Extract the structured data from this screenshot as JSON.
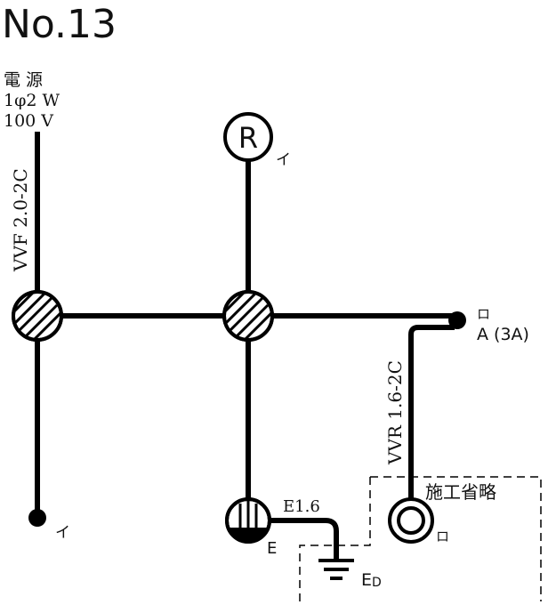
{
  "title": "No.13",
  "source": {
    "line1": "電 源",
    "line2": "1φ2 W",
    "line3": "100 V"
  },
  "cables": {
    "vvf": "VVF 2.0-2C",
    "vvr": "VVR 1.6-2C",
    "earth": "E1.6"
  },
  "receptacle": {
    "symbol": "R",
    "tag": "イ"
  },
  "switch": {
    "tag": "ロ",
    "rating": "A (3A)"
  },
  "left_point": {
    "tag": "イ"
  },
  "outlet": {
    "label": "E"
  },
  "ground": {
    "label": "E",
    "subscript": "D"
  },
  "omitted": {
    "text": "施工省略"
  },
  "lamp": {
    "tag": "ロ"
  }
}
